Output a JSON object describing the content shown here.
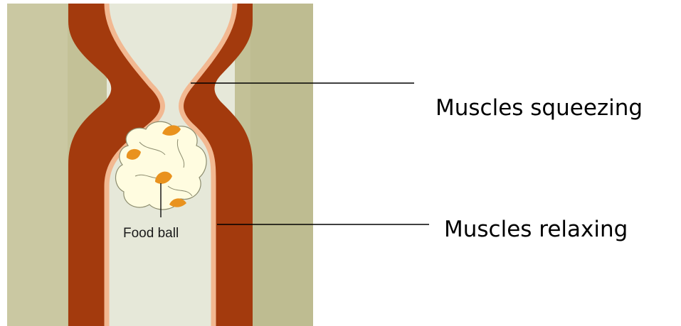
{
  "labels": {
    "food_ball": "Food ball",
    "muscles_squeezing": "Muscles squeezing",
    "muscles_relaxing": "Muscles relaxing"
  },
  "colors": {
    "background_outer": "#c3c197",
    "tube_interior": "#e6e8d9",
    "muscle_wall": "#a33a0d",
    "lining": "#f2b891",
    "food": "#fffce0",
    "food_spots": "#e9921e",
    "leader_line": "#000000"
  }
}
